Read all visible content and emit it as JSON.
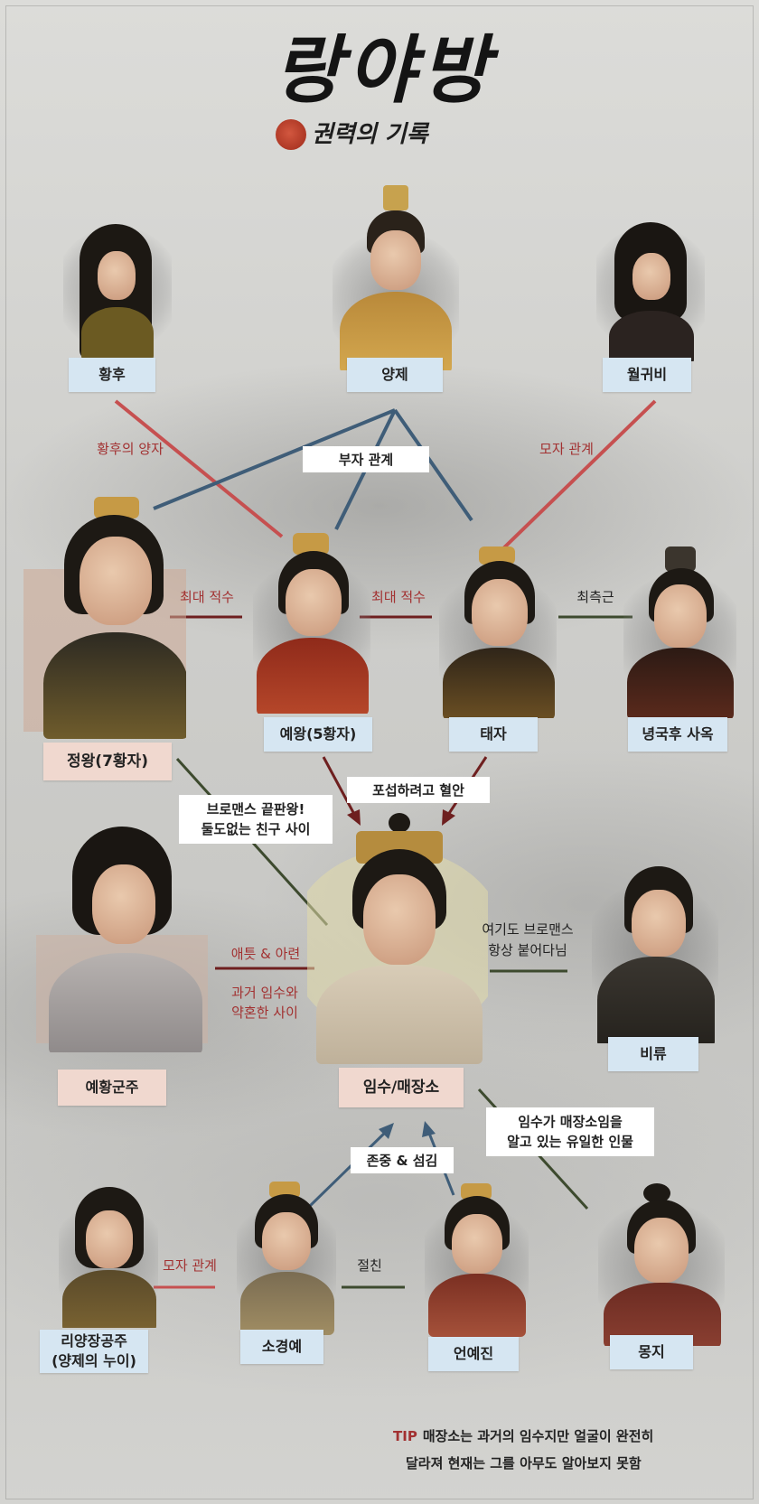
{
  "title": {
    "main": "랑야방",
    "sub": "권력의 기록"
  },
  "characters": {
    "hwanghu": "황후",
    "yangje": "양제",
    "wolgwibi": "월귀비",
    "jeongwang": "정왕(7황자)",
    "yewang": "예왕(5황자)",
    "taeja": "태자",
    "saok": "녕국후 사옥",
    "imsu": "임수/매장소",
    "yehwang": "예황군주",
    "biryu": "비류",
    "liyang_line1": "리양장공주",
    "liyang_line2": "(양제의 누이)",
    "sogyeongye": "소경예",
    "eonyejin": "언예진",
    "mongji": "몽지"
  },
  "relations": {
    "hwanghu_yangja": "황후의 양자",
    "buja": "부자 관계",
    "moja_top": "모자 관계",
    "choedae1": "최대 적수",
    "choedae2": "최대 적수",
    "choecheukgeun": "최측근",
    "poseop": "포섭하려고 혈안",
    "bromance1_line1": "브로맨스 끝판왕!",
    "bromance1_line2": "둘도없는 친구 사이",
    "aeteut": "애틋 & 아련",
    "past_line1": "과거 임수와",
    "past_line2": "약혼한 사이",
    "bromance2_line1": "여기도 브로맨스",
    "bromance2_line2": "항상 붙어다님",
    "onlyone_line1": "임수가 매장소임을",
    "onlyone_line2": "알고 있는 유일한 인물",
    "jonjung": "존중 & 섬김",
    "moja_bottom": "모자 관계",
    "jeolchin": "절친"
  },
  "tip": {
    "word": "TIP",
    "line1": "매장소는 과거의 임수지만 얼굴이 완전히",
    "line2": "달라져 현재는 그를 아무도 알아보지 못함"
  },
  "colors": {
    "red_line": "#c65050",
    "blue_line": "#3f5d78",
    "dark_red_line": "#6e1f1f",
    "green_line": "#3d4a2e",
    "name_blue": "#d6e6f2",
    "name_pink": "#f0d8cf",
    "label_red": "#a23131"
  }
}
